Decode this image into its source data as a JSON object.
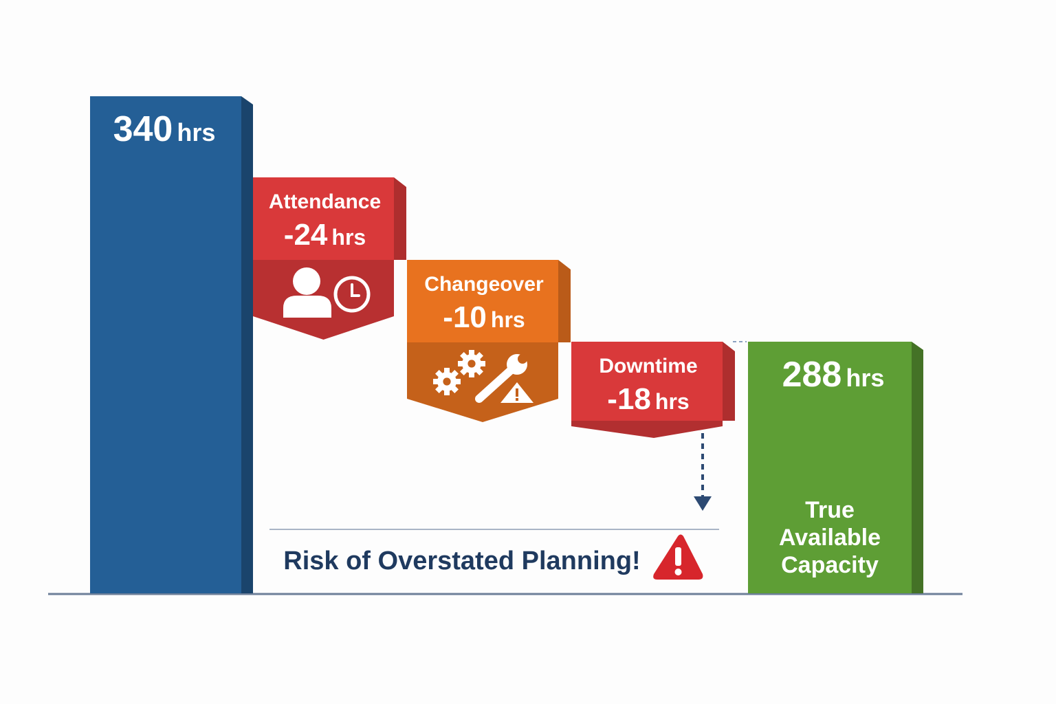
{
  "chart_data": {
    "type": "bar",
    "subtype": "waterfall",
    "unit": "hrs",
    "steps": [
      {
        "kind": "total",
        "value": 340,
        "value_text": "340",
        "unit_text": "hrs",
        "color": "#245f96"
      },
      {
        "kind": "delta",
        "label": "Attendance",
        "value": -24,
        "value_text": "-24",
        "unit_text": "hrs",
        "icon": "person-clock-icon",
        "color": "#d9393a"
      },
      {
        "kind": "delta",
        "label": "Changeover",
        "value": -10,
        "value_text": "-10",
        "unit_text": "hrs",
        "icon": "gears-wrench-warning-icon",
        "color": "#e8721f"
      },
      {
        "kind": "delta",
        "label": "Downtime",
        "value": -18,
        "value_text": "-18",
        "unit_text": "hrs",
        "color": "#d9393a"
      },
      {
        "kind": "total",
        "value": 288,
        "value_text": "288",
        "unit_text": "hrs",
        "label_lines": [
          "True",
          "Available",
          "Capacity"
        ],
        "color": "#5e9e35"
      }
    ],
    "annotation": {
      "text": "Risk of Overstated Planning!",
      "icon": "warning-triangle-icon",
      "color": "#d7262c"
    }
  }
}
